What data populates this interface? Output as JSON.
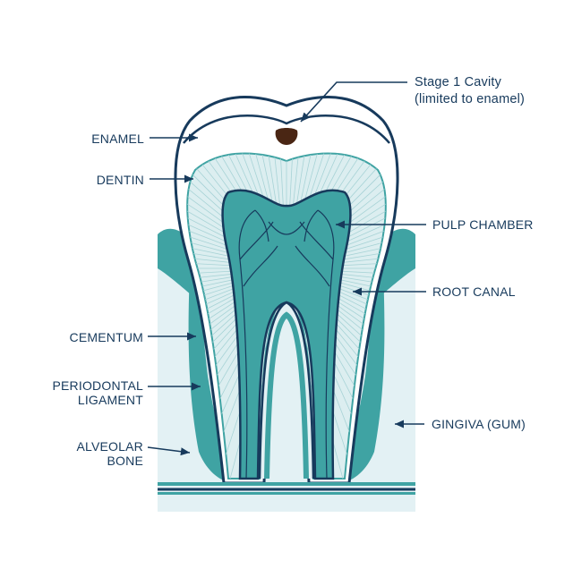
{
  "colors": {
    "navy": "#173a5c",
    "teal": "#3fa3a3",
    "teal_dark": "#2b8a8c",
    "pale_teal": "#dceef0",
    "bone_bg": "#e3f1f4",
    "cavity": "#4a2614",
    "enamel": "#ffffff"
  },
  "labels": {
    "enamel": "ENAMEL",
    "dentin": "DENTIN",
    "cementum": "CEMENTUM",
    "pdl_line1": "PERIODONTAL",
    "pdl_line2": "LIGAMENT",
    "alveolar_line1": "ALVEOLAR",
    "alveolar_line2": "BONE",
    "pulp_chamber": "PULP CHAMBER",
    "root_canal": "ROOT CANAL",
    "gingiva": "GINGIVA (GUM)",
    "cavity_line1": "Stage 1 Cavity",
    "cavity_line2": "(limited to enamel)"
  }
}
